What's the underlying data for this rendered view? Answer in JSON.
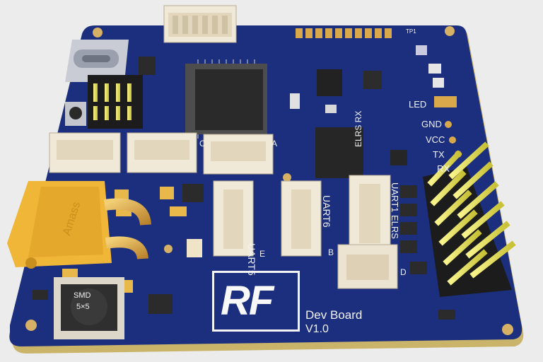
{
  "board": {
    "logo": "RF",
    "title_line1": "Dev Board",
    "title_line2": "V1.0",
    "colors": {
      "pcb": "#1b2f7e",
      "silk": "#f4f4f4",
      "gold": "#d8a84a",
      "connector": "#f1e9d8",
      "xt60": "#f0b638",
      "pin": "#e8e46a"
    }
  },
  "labels": {
    "uart5": "UART5",
    "uart6": "UART6",
    "uart1_elrs": "UART1 ELRS",
    "elrs_rx": "ELRS RX",
    "gnd": "GND",
    "vcc": "VCC",
    "tx": "TX",
    "rx": "RX",
    "led": "LED",
    "tp1": "TP1",
    "smd": "SMD",
    "smd_size": "5×5",
    "xt60_brand": "Amass",
    "letter_e": "E",
    "letter_b": "B",
    "letter_d": "D",
    "letter_c": "C",
    "letter_a": "A"
  }
}
